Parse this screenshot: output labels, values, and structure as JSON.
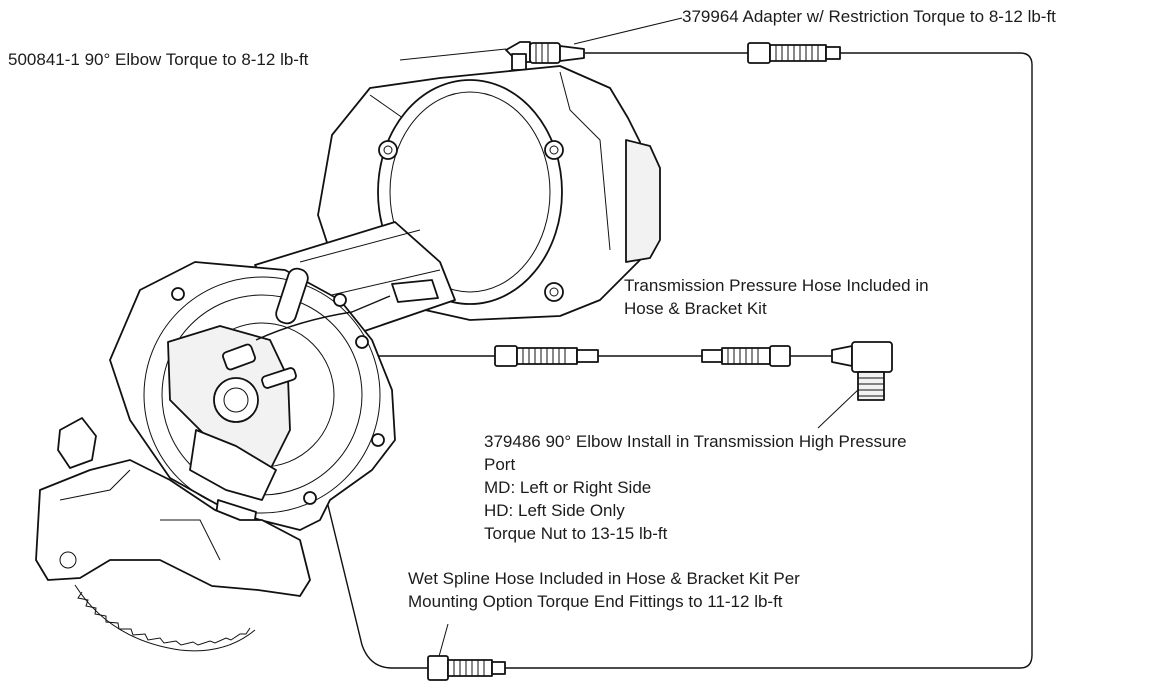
{
  "labels": {
    "adapter": "379964 Adapter w/ Restriction Torque to 8-12 lb-ft",
    "elbow_top": "500841-1 90° Elbow Torque to 8-12 lb-ft",
    "pressure_hose": [
      "Transmission Pressure Hose Included in",
      "Hose & Bracket Kit"
    ],
    "elbow_trans": [
      "379486 90° Elbow Install in Transmission High Pressure",
      "Port",
      "MD: Left or Right Side",
      "HD: Left Side Only",
      "Torque Nut to 13-15 lb-ft"
    ],
    "wet_spline": [
      "Wet Spline Hose Included in Hose & Bracket Kit Per",
      "Mounting Option Torque End Fittings to 11-12 lb-ft"
    ]
  },
  "icons": [
    "pump-drawing",
    "hose-fitting-icon",
    "elbow-fitting-icon",
    "adapter-fitting-icon"
  ]
}
